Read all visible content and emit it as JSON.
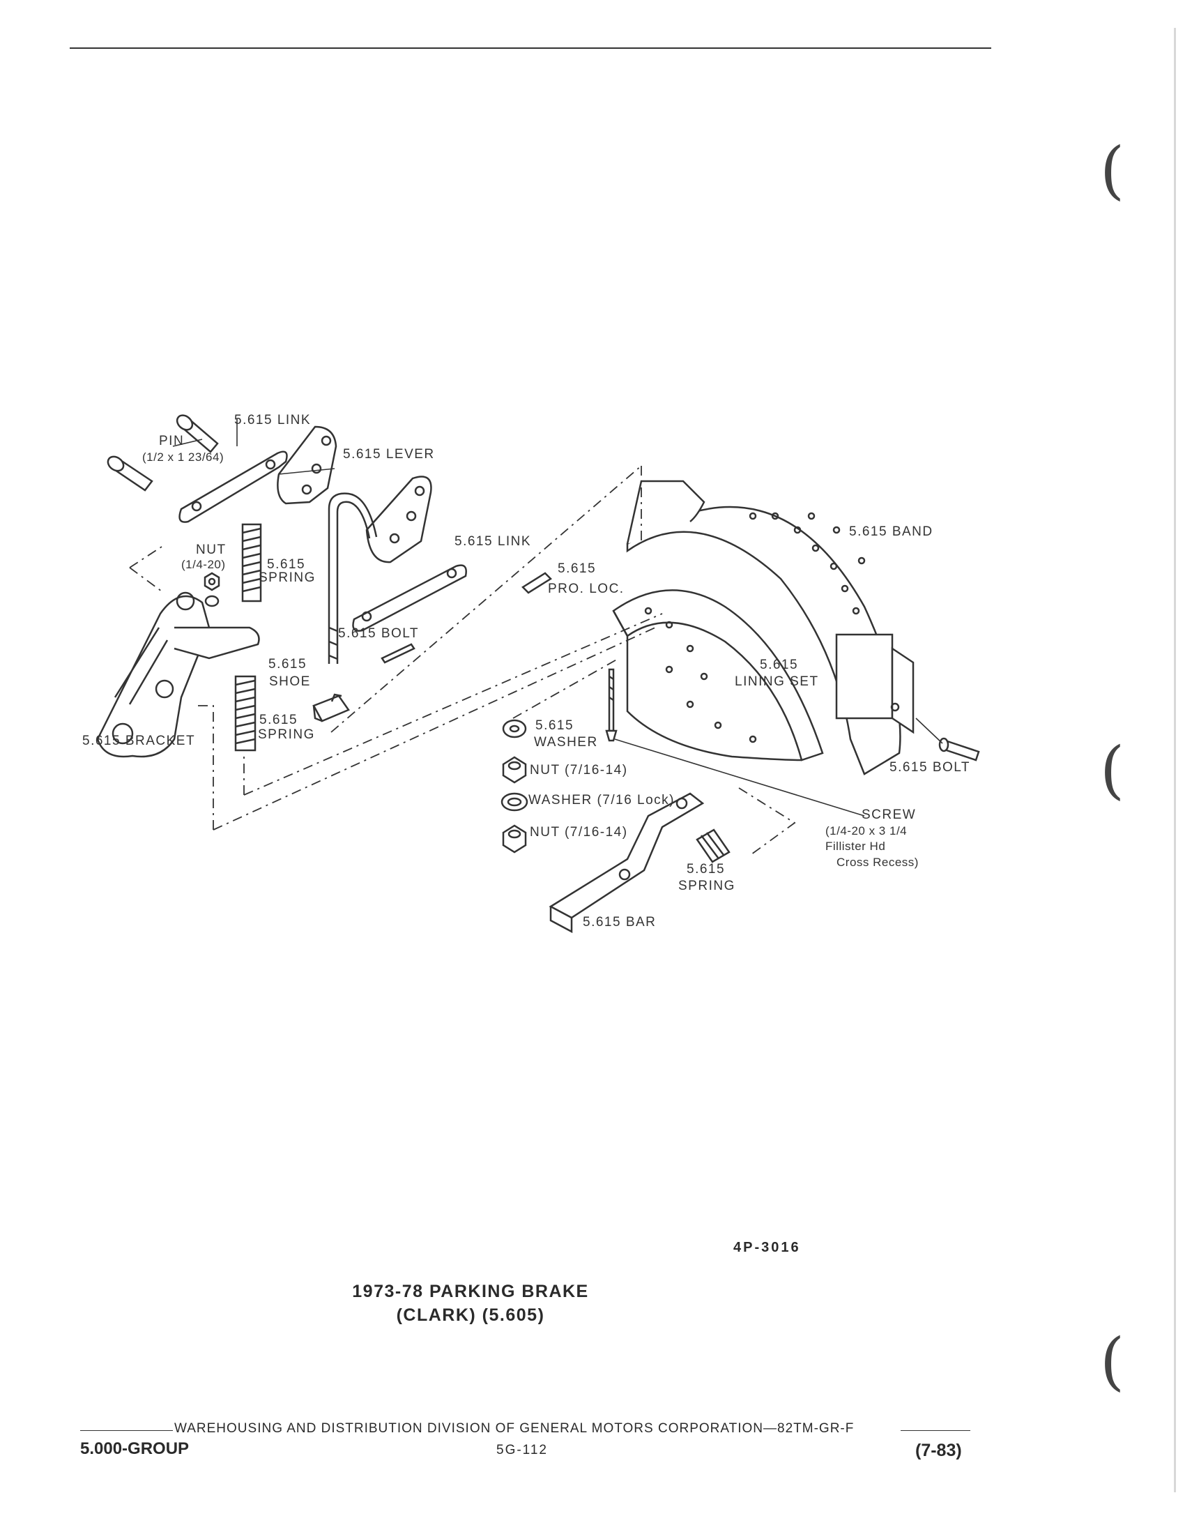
{
  "diagram": {
    "labels": {
      "link_top": "5.615 LINK",
      "pin": "PIN",
      "pin_size": "(1/2 x 1 23/64)",
      "lever": "5.615 LEVER",
      "link_mid": "5.615 LINK",
      "band": "5.615 BAND",
      "nut": "NUT",
      "nut_size": "(1/4-20)",
      "spring_upper_num": "5.615",
      "spring_upper": "SPRING",
      "pro_loc_num": "5.615",
      "pro_loc": "PRO. LOC.",
      "bolt_mid": "5.615 BOLT",
      "shoe_num": "5.615",
      "shoe": "SHOE",
      "lining_num": "5.615",
      "lining": "LINING SET",
      "spring_lower_num": "5.615",
      "spring_lower": "SPRING",
      "bracket": "5.615 BRACKET",
      "washer_num": "5.615",
      "washer": "WASHER",
      "nut_a": "NUT (7/16-14)",
      "bolt_right": "5.615 BOLT",
      "washer_lock": "WASHER (7/16 Lock)",
      "screw": "SCREW",
      "screw_size": "(1/4-20 x 3 1/4",
      "screw_type": "Fillister Hd",
      "screw_recess": "Cross Recess)",
      "nut_b": "NUT (7/16-14)",
      "spring_bar_num": "5.615",
      "spring_bar": "SPRING",
      "bar": "5.615 BAR"
    },
    "figure_number": "4P-3016",
    "caption_line1": "1973-78 PARKING BRAKE",
    "caption_line2": "(CLARK) (5.605)"
  },
  "footer": {
    "publisher": "WAREHOUSING AND DISTRIBUTION DIVISION OF GENERAL MOTORS CORPORATION—82TM-GR-F",
    "group": "5.000-GROUP",
    "page": "5G-112",
    "date": "(7-83)"
  }
}
